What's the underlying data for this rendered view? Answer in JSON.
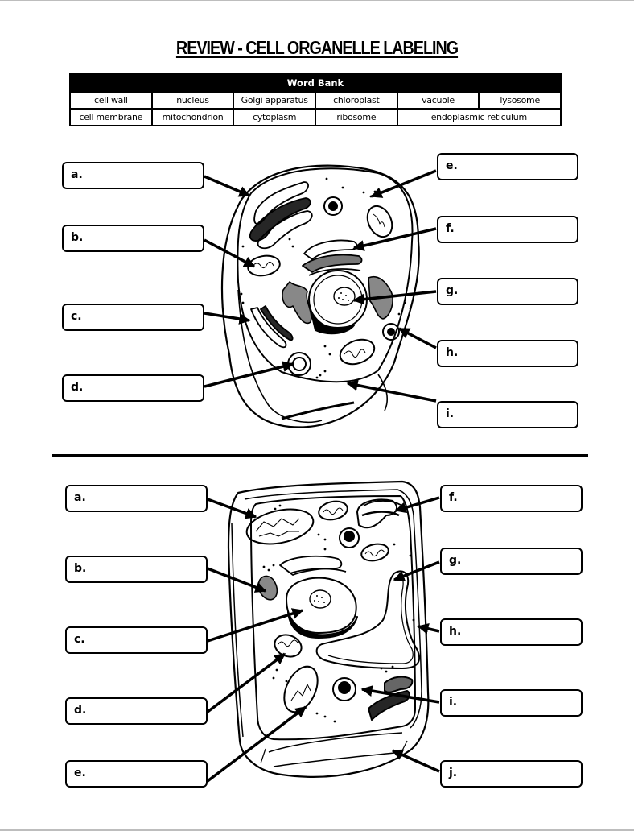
{
  "title": "REVIEW - CELL ORGANELLE LABELING",
  "word_bank": {
    "header": "Word Bank",
    "row1": [
      "cell wall",
      "nucleus",
      "Golgi apparatus",
      "chloroplast",
      "vacuole",
      "lysosome"
    ],
    "row2": [
      "cell membrane",
      "mitochondrion",
      "cytoplasm",
      "ribosome",
      "endoplasmic reticulum"
    ]
  },
  "animal_cell": {
    "labels_left": [
      "a.",
      "b.",
      "c.",
      "d."
    ],
    "labels_right": [
      "e.",
      "f.",
      "g.",
      "h.",
      "i."
    ]
  },
  "plant_cell": {
    "labels_left": [
      "a.",
      "b.",
      "c.",
      "d.",
      "e."
    ],
    "labels_right": [
      "f.",
      "g.",
      "h.",
      "i.",
      "j."
    ]
  },
  "colors": {
    "ink": "#000000",
    "paper": "#ffffff",
    "page_edge": "#bdbdbd"
  }
}
